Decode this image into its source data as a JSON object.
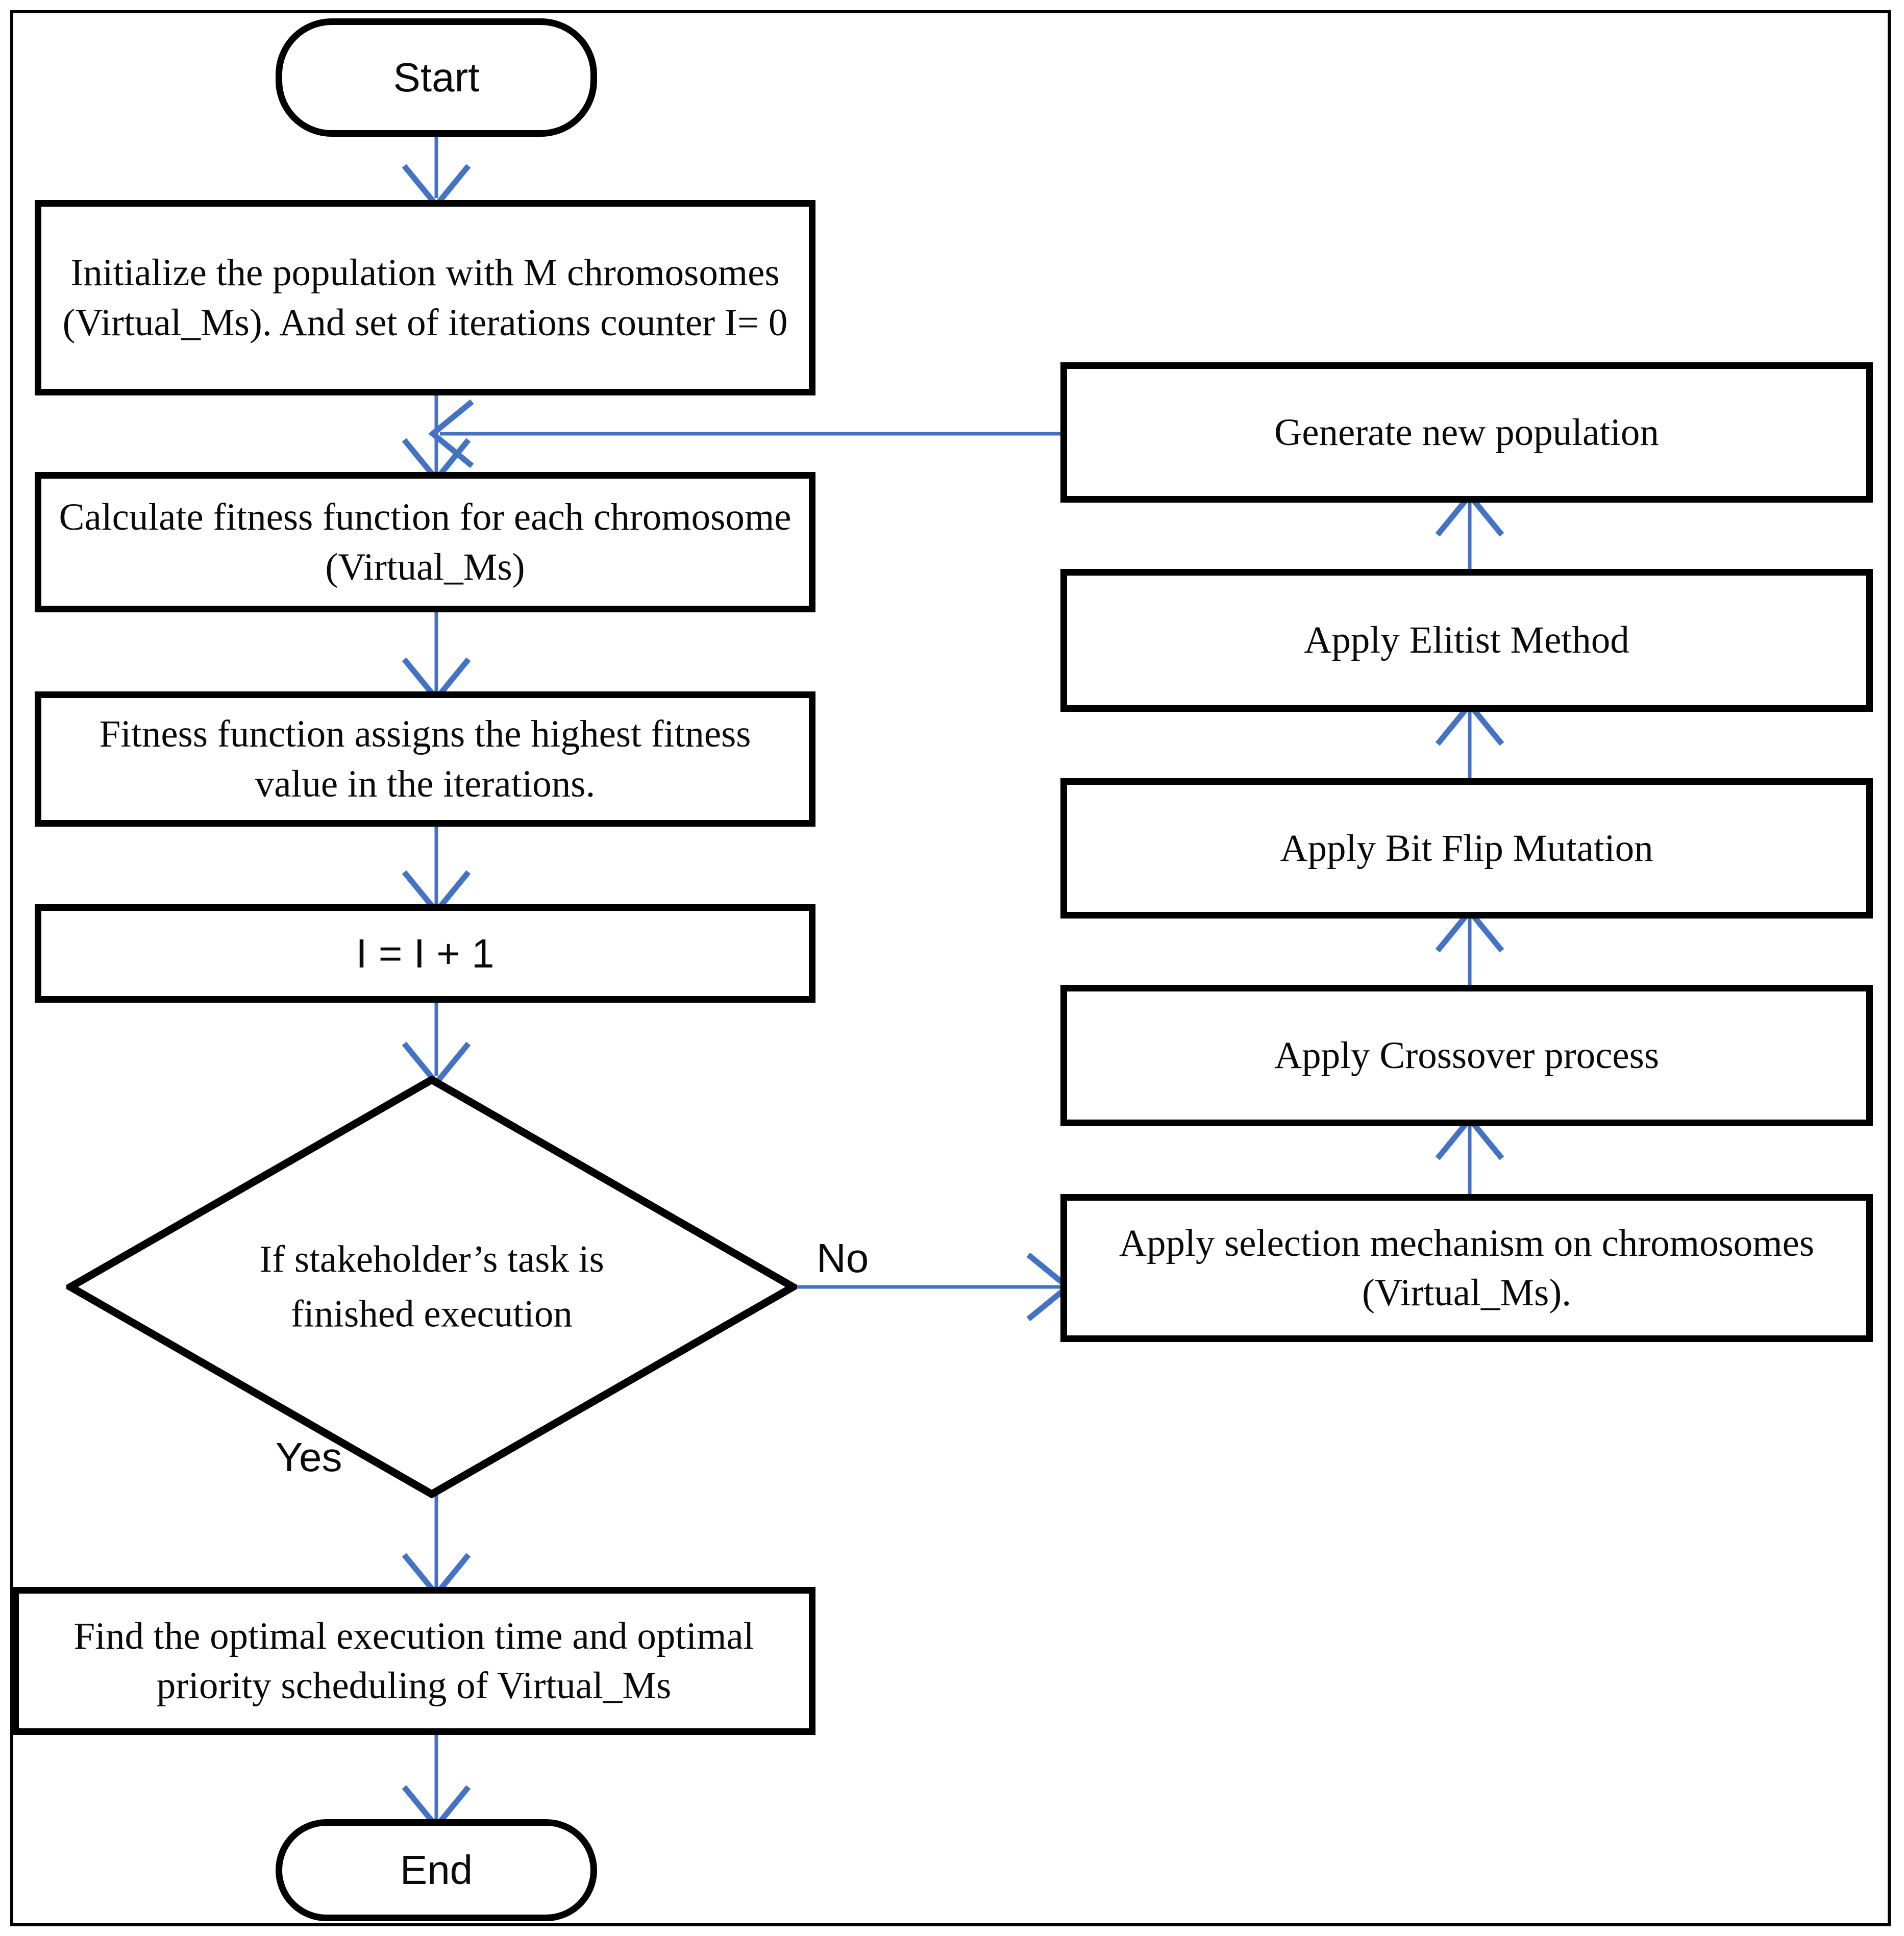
{
  "diagram": {
    "type": "flowchart",
    "title": "Genetic algorithm flowchart for virtual machine scheduling",
    "accent_color": "#4472C4",
    "line_color": "#000000",
    "background": "#FFFFFF"
  },
  "nodes": {
    "start": {
      "label": "Start",
      "shape": "terminator"
    },
    "initialize": {
      "label": "Initialize the population with M chromosomes (Virtual_Ms). And set of iterations counter I= 0",
      "shape": "process"
    },
    "calc_fitness": {
      "label": "Calculate fitness function for each chromosome (Virtual_Ms)",
      "shape": "process"
    },
    "assign_fitness": {
      "label": "Fitness function assigns the highest fitness value in the iterations.",
      "shape": "process"
    },
    "increment": {
      "label": "I = I + 1",
      "shape": "process"
    },
    "decision": {
      "label": "If stakeholder’s task is finished execution",
      "shape": "decision"
    },
    "find_optimal": {
      "label": "Find the optimal execution time and optimal priority scheduling of Virtual_Ms",
      "shape": "process"
    },
    "end": {
      "label": "End",
      "shape": "terminator"
    },
    "generate_pop": {
      "label": "Generate new population",
      "shape": "process"
    },
    "elitist": {
      "label": "Apply Elitist Method",
      "shape": "process"
    },
    "mutation": {
      "label": "Apply Bit Flip Mutation",
      "shape": "process"
    },
    "crossover": {
      "label": "Apply Crossover process",
      "shape": "process"
    },
    "selection": {
      "label": "Apply selection mechanism on chromosomes (Virtual_Ms).",
      "shape": "process"
    }
  },
  "edge_labels": {
    "yes": "Yes",
    "no": "No"
  }
}
